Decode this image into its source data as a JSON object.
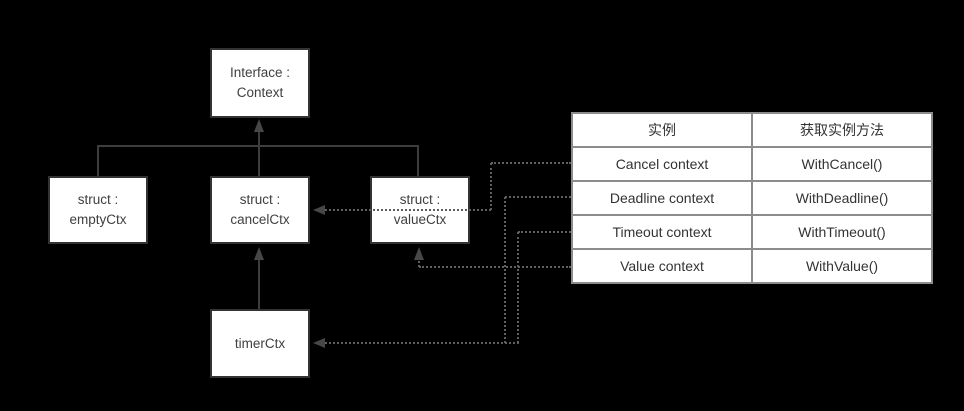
{
  "colors": {
    "background": "#000000",
    "node_fill": "#ffffff",
    "node_border": "#333333",
    "node_text": "#3f3f3f",
    "solid_line": "#3d3d3d",
    "dotted_line": "#5f5f5f",
    "table_border": "#8c8c8c",
    "table_text": "#333333"
  },
  "diagram": {
    "nodes": {
      "interface": {
        "line1": "Interface :",
        "line2": "Context"
      },
      "empty": {
        "line1": "struct :",
        "line2": "emptyCtx"
      },
      "cancel": {
        "line1": "struct :",
        "line2": "cancelCtx"
      },
      "value": {
        "line1": "struct :",
        "line2": "valueCtx"
      },
      "timer": {
        "line1": "timerCtx"
      }
    }
  },
  "table": {
    "header": {
      "instance": "实例",
      "method": "获取实例方法"
    },
    "rows": [
      {
        "instance": "Cancel context",
        "method": "WithCancel()"
      },
      {
        "instance": "Deadline context",
        "method": "WithDeadline()"
      },
      {
        "instance": "Timeout context",
        "method": "WithTimeout()"
      },
      {
        "instance": "Value context",
        "method": "WithValue()"
      }
    ]
  }
}
